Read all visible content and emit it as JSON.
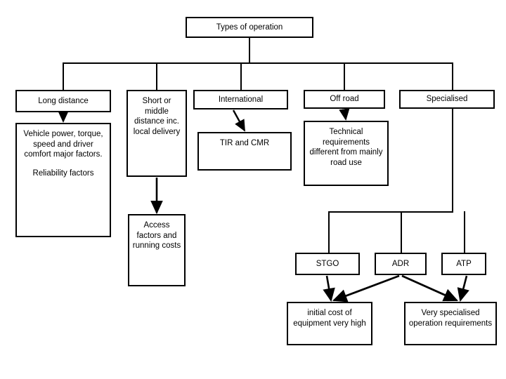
{
  "diagram": {
    "title": "Types of operation",
    "root": {
      "label": "Types of operation"
    },
    "branches": [
      {
        "label": "Long distance"
      },
      {
        "label": "Short or middle distance inc. local delivery"
      },
      {
        "label": "International"
      },
      {
        "label": "Off road"
      },
      {
        "label": "Specialised"
      }
    ],
    "details": {
      "long_distance_1": "Vehicle power, torque, speed and driver comfort major factors.",
      "long_distance_2": "Reliability factors",
      "short_middle": "Access factors and running costs",
      "international": "TIR and CMR",
      "off_road": "Technical requirements different from mainly road use"
    },
    "specialised_children": [
      {
        "label": "STGO"
      },
      {
        "label": "ADR"
      },
      {
        "label": "ATP"
      }
    ],
    "specialised_outcomes": [
      {
        "label": "initial cost of equipment very high"
      },
      {
        "label": "Very specialised operation requirements"
      }
    ],
    "colors": {
      "line": "#000000",
      "box_fill": "#ffffff",
      "text": "#000000",
      "background": "#ffffff"
    }
  }
}
